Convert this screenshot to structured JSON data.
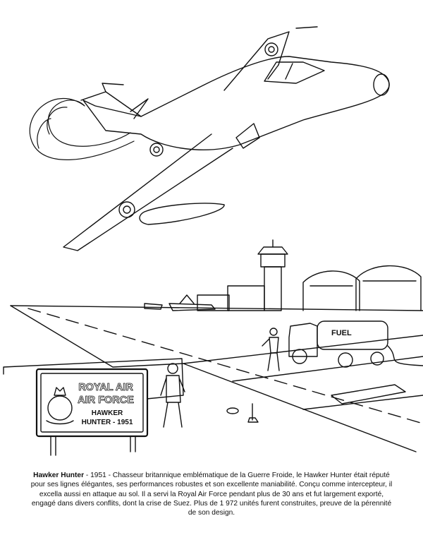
{
  "illustration": {
    "sign": {
      "line1": "ROYAL AIR",
      "line2": "AIR FORCE",
      "line3": "HAWKER",
      "line4": "HUNTER - 1951"
    },
    "truck_label": "FUEL"
  },
  "caption": {
    "title": "Hawker Hunter",
    "text": " - 1951 - Chasseur britannique emblématique de la Guerre Froide, le Hawker Hunter était réputé pour ses lignes élégantes, ses performances robustes et son excellente maniabilité. Conçu comme intercepteur, il excella aussi en attaque au sol. Il a servi la Royal Air Force pendant plus de 30 ans et fut largement exporté, engagé dans divers conflits, dont la crise de Suez. Plus de 1 972 unités furent construites, preuve de la pérennité de son design."
  }
}
